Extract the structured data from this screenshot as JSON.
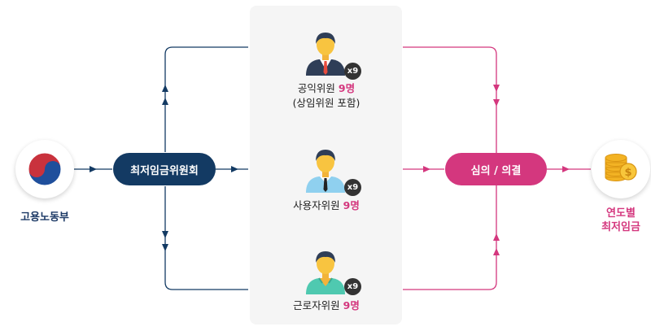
{
  "nodes": {
    "ministry": {
      "label": "고용노동부"
    },
    "commission": {
      "label": "최저임금위원회"
    },
    "deliberation": {
      "label": "심의 / 의결"
    },
    "result": {
      "line1": "연도별",
      "line2": "최저임금"
    }
  },
  "members": [
    {
      "name": "공익위원",
      "count": "9명",
      "sub": "(상임위원 포함)",
      "badge": "x9",
      "tie_color": "#e84c3d",
      "shirt_color": "#ffffff",
      "suit_color": "#2f3e57"
    },
    {
      "name": "사용자위원",
      "count": "9명",
      "sub": "",
      "badge": "x9",
      "tie_color": "#222222",
      "shirt_color": "#8fd0ef",
      "suit_color": "#8fd0ef"
    },
    {
      "name": "근로자위원",
      "count": "9명",
      "sub": "",
      "badge": "x9",
      "tie_color": "",
      "shirt_color": "#4fc9b0",
      "suit_color": "#4fc9b0"
    }
  ],
  "colors": {
    "navy": "#133a63",
    "pink": "#d4377e",
    "panel": "#f5f5f5"
  },
  "icons": {
    "ministry": "taegeuk-emblem-icon",
    "result": "coins-icon",
    "member": "businessman-icon"
  }
}
